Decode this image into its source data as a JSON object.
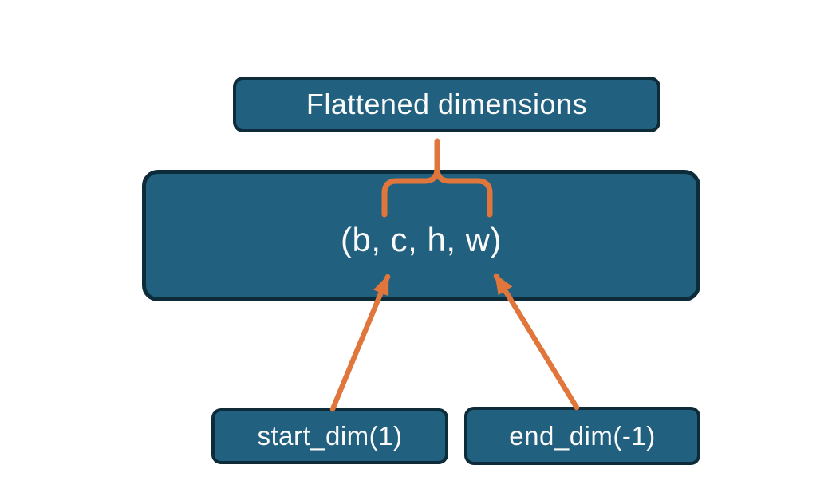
{
  "diagram": {
    "colors": {
      "background": "#ffffff",
      "node_fill": "#21607E",
      "node_border": "#0E2B39",
      "connector": "#E0763B",
      "label_text": "#FAFAFA"
    },
    "nodes": {
      "flattened": {
        "label": "Flattened dimensions"
      },
      "tensor": {
        "label": "(b, c, h, w)"
      },
      "start_dim": {
        "label": "start_dim(1)"
      },
      "end_dim": {
        "label": "end_dim(-1)"
      }
    }
  }
}
